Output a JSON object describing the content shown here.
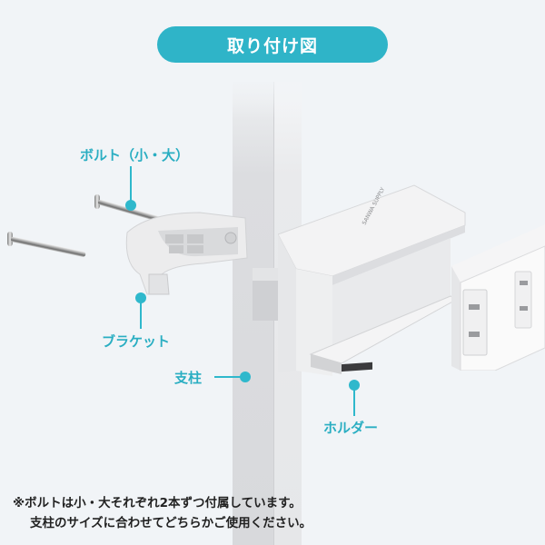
{
  "title": "取り付け図",
  "labels": {
    "bolt": "ボルト（小・大）",
    "bracket": "ブラケット",
    "pillar": "支柱",
    "holder": "ホルダー"
  },
  "notes": {
    "line1": "※ボルトは小・大それぞれ2本ずつ付属しています。",
    "line2": "支柱のサイズに合わせてどちらかご使用ください。"
  },
  "holder_brand_text": "SANWA SUPPLY",
  "colors": {
    "accent": "#2fb4c8",
    "background": "#f1f4f7",
    "note_text": "#222222"
  }
}
